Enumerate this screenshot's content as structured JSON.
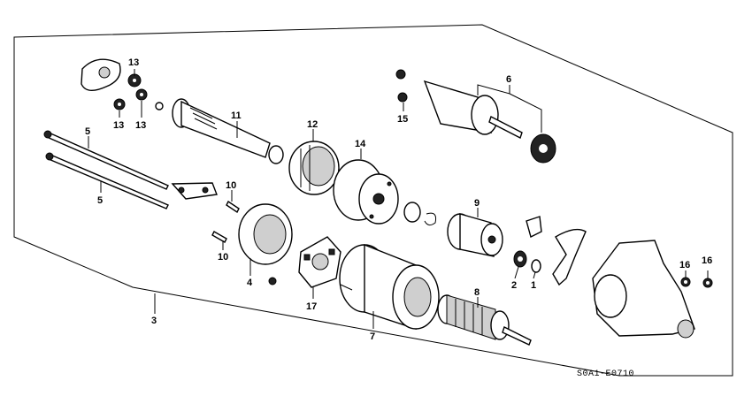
{
  "diagram": {
    "code": "S0A1-E0710",
    "callouts": [
      "1",
      "2",
      "3",
      "4",
      "5",
      "5",
      "6",
      "7",
      "8",
      "9",
      "10",
      "10",
      "11",
      "12",
      "13",
      "13",
      "13",
      "14",
      "15",
      "16",
      "16",
      "17"
    ]
  }
}
